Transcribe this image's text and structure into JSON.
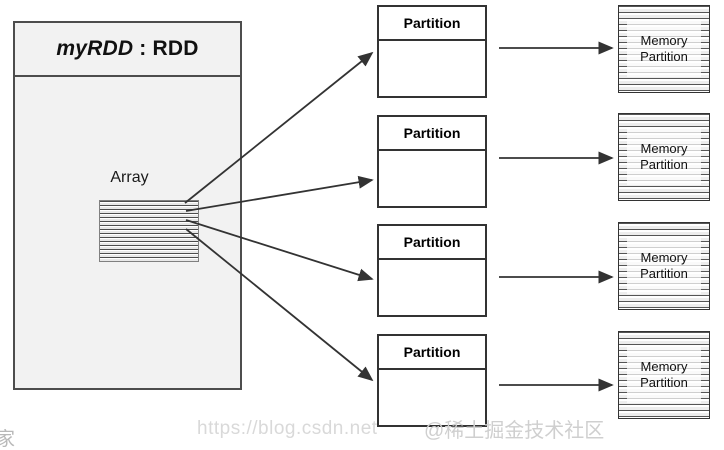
{
  "diagram": {
    "title": "RDD partitioning and memory placement diagram",
    "rdd": {
      "title_italic": "myRDD",
      "title_rest": " : RDD",
      "array_label": "Array",
      "array_stripes": 15,
      "fill_color": "#f2f2f2",
      "border_color": "#4d4d4d"
    },
    "partitions": [
      {
        "label": "Partition"
      },
      {
        "label": "Partition"
      },
      {
        "label": "Partition"
      },
      {
        "label": "Partition"
      }
    ],
    "memory_partitions": [
      {
        "line1": "Memory",
        "line2": "Partition"
      },
      {
        "line1": "Memory",
        "line2": "Partition"
      },
      {
        "line1": "Memory",
        "line2": "Partition"
      },
      {
        "line1": "Memory",
        "line2": "Partition"
      }
    ],
    "arrows": {
      "fan_out_count": 4,
      "horizontal_count": 4,
      "color": "#333333"
    },
    "watermarks": {
      "url": "https://blog.csdn.net",
      "chinese": "@稀土掘金技术社区",
      "corner": "家"
    }
  }
}
